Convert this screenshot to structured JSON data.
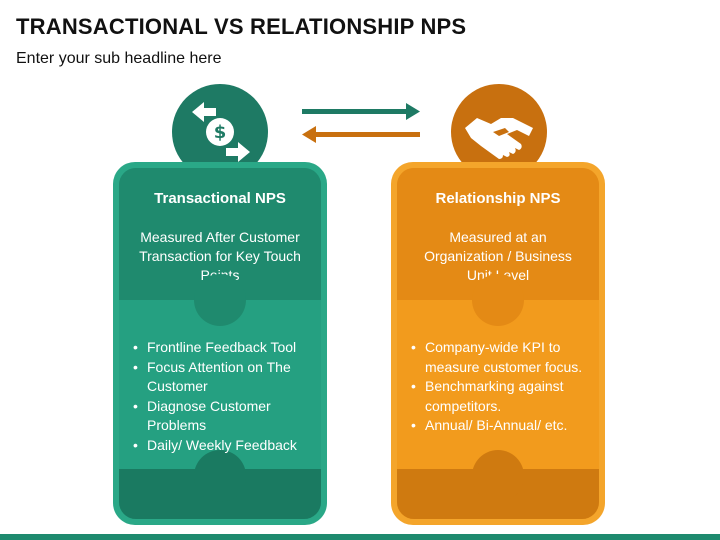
{
  "header": {
    "title": "TRANSACTIONAL VS RELATIONSHIP NPS",
    "subtitle": "Enter your sub headline here"
  },
  "icons": {
    "left": "dollar-exchange-icon",
    "right": "handshake-icon",
    "middle": "bidirectional-arrows-icon"
  },
  "colors": {
    "teal_dark": "#1e7a64",
    "teal": "#1f8a6e",
    "teal_light": "#2aa887",
    "orange_dark": "#c8700f",
    "orange": "#e48a15",
    "orange_light": "#f4a52b"
  },
  "panels": [
    {
      "title": "Transactional NPS",
      "description": "Measured After Customer Transaction for Key Touch Points",
      "bullets": [
        "Frontline Feedback Tool",
        "Focus Attention on The Customer",
        "Diagnose Customer Problems",
        "Daily/ Weekly Feedback"
      ]
    },
    {
      "title": "Relationship NPS",
      "description": "Measured at an Organization / Business Unit Level",
      "bullets": [
        "Company-wide KPI to measure customer focus.",
        "Benchmarking against competitors.",
        "Annual/ Bi-Annual/ etc."
      ]
    }
  ]
}
